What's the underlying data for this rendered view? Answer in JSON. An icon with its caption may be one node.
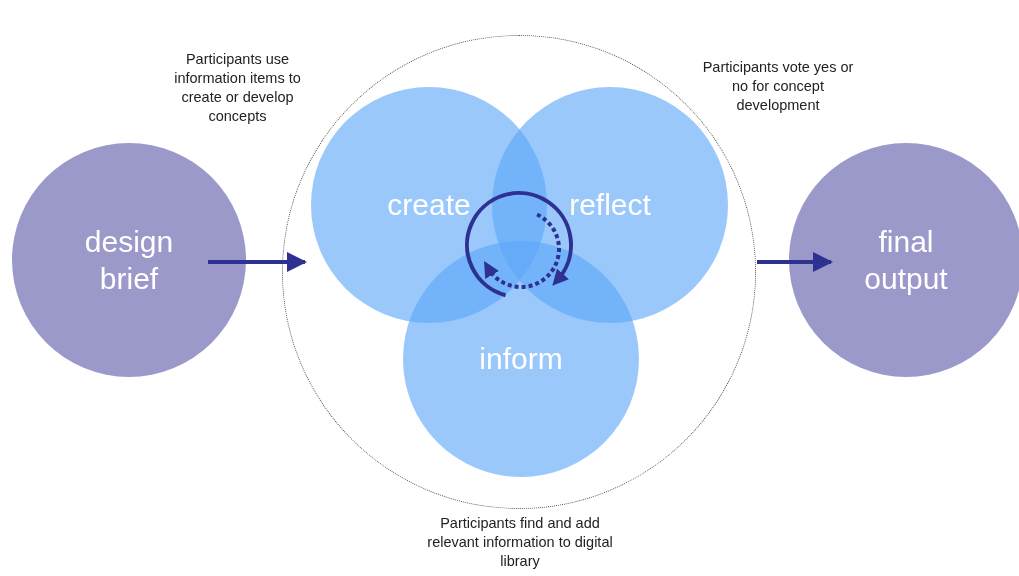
{
  "diagram": {
    "nodes": [
      {
        "text": [
          "design brief"
        ]
      },
      {
        "text": [],
        "shape": "circle"
      },
      {
        "text": [
          "create"
        ],
        "in": 1
      },
      {
        "text": [
          "reflect"
        ],
        "in": 1
      },
      {
        "text": [
          "inform"
        ],
        "in": 1
      },
      {
        "text": [
          "final output"
        ]
      }
    ],
    "edges": [
      {
        "from": 0,
        "to": 1,
        "arrow": "to"
      },
      {
        "from": 1,
        "to": 5,
        "arrow": "to"
      }
    ],
    "labels": [
      "Participants use information items to create or develop concepts",
      "Participants vote yes or no for concept development",
      "Participants find and add relevant information to digital library"
    ]
  }
}
